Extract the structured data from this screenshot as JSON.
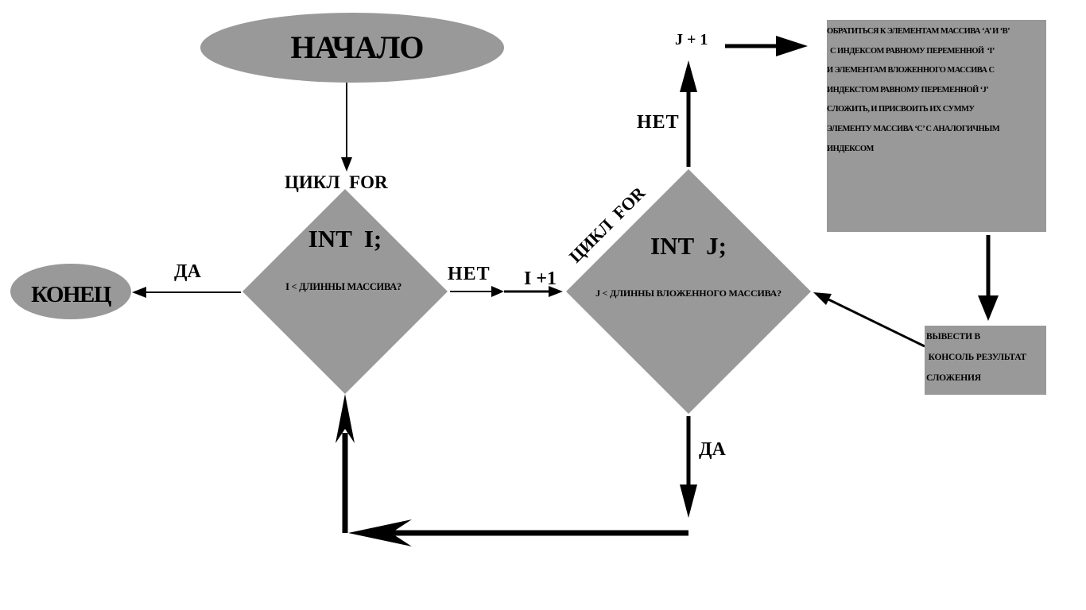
{
  "start": {
    "label": "НАЧАЛО"
  },
  "end": {
    "label": "КОНЕЦ"
  },
  "outer_loop": {
    "caption": "ЦИКЛ  FOR",
    "decl": "INT  I;",
    "condition": "I < ДЛИННЫ МАССИВА?",
    "increment": "I +1"
  },
  "inner_loop": {
    "caption": "ЦИКЛ  FOR",
    "decl": "INT  J;",
    "condition": "J < ДЛИННЫ ВЛОЖЕННОГО МАССИВА?",
    "increment": "J + 1"
  },
  "labels": {
    "yes_outer": "ДА",
    "no_outer": "НЕТ",
    "no_inner": "НЕТ",
    "yes_inner": "ДА"
  },
  "process_box": {
    "lines": [
      "ОБРАТИТЬСЯ К ЭЛЕМЕНТАМ  МАССИВА  ‘A’  И  ‘B’",
      "  С ИНДЕКСОМ РАВНОМУ ПЕРЕМЕННОЙ  ‘I’",
      "И ЭЛЕМЕНТАМ  ВЛОЖЕННОГО МАССИВА С",
      "ИНДЕКСТОМ РАВНОМУ ПЕРЕМЕННОЙ ‘J’",
      "СЛОЖИТЬ, И ПРИСВОИТЬ ИХ СУММУ",
      "ЭЛЕМЕНТУ МАССИВА ‘C’ С АНАЛОГИЧНЫМ",
      "ИНДЕКСОМ"
    ]
  },
  "output_box": {
    "lines": [
      "ВЫВЕСТИ В",
      " КОНСОЛЬ РЕЗУЛЬТАТ",
      "СЛОЖЕНИЯ"
    ]
  },
  "colors": {
    "shape_fill": "#999999",
    "line": "#000000",
    "background": "#ffffff"
  }
}
